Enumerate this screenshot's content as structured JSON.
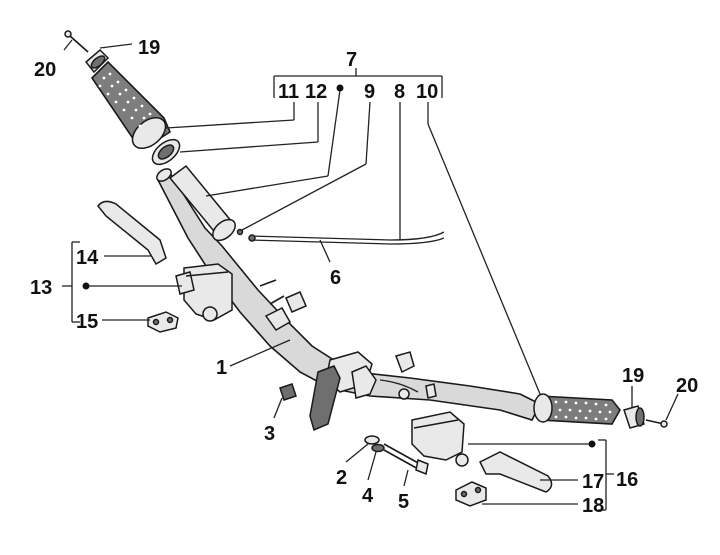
{
  "labels": {
    "l1": "1",
    "l2": "2",
    "l3": "3",
    "l4": "4",
    "l5": "5",
    "l6": "6",
    "l7": "7",
    "l8": "8",
    "l9": "9",
    "l10": "10",
    "l11": "11",
    "l12": "12",
    "l13": "13",
    "l14": "14",
    "l15": "15",
    "l16": "16",
    "l17": "17",
    "l18": "18",
    "l19a": "19",
    "l20a": "20",
    "l19b": "19",
    "l20b": "20"
  }
}
